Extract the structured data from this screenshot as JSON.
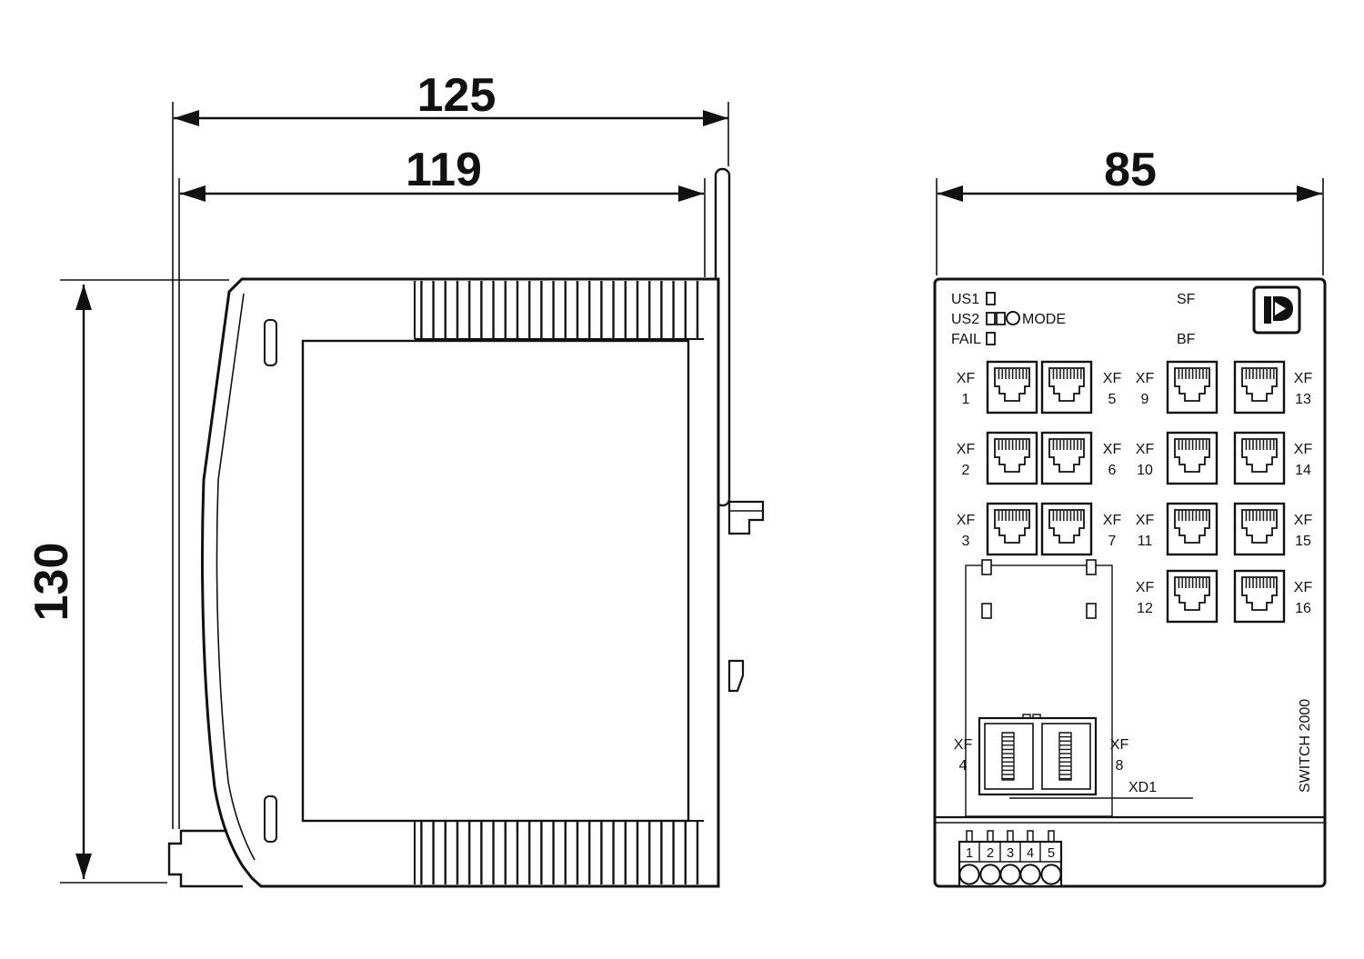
{
  "dimensions": {
    "overall_width": "125",
    "body_width": "119",
    "height": "130",
    "front_width": "85"
  },
  "front_panel": {
    "leds": [
      "US1",
      "US2",
      "FAIL"
    ],
    "mode_button": "MODE",
    "status_sf": "SF",
    "status_bf": "BF",
    "port_prefix": "XF",
    "left_block_left": [
      "1",
      "2",
      "3"
    ],
    "left_block_right": [
      "5",
      "6",
      "7"
    ],
    "right_block_left": [
      "9",
      "10",
      "11",
      "12"
    ],
    "right_block_right": [
      "13",
      "14",
      "15",
      "16"
    ],
    "bottom_left_port": "4",
    "bottom_right_port": "8",
    "connector_label": "XD1",
    "product_name": "SWITCH 2000",
    "terminal_pins": [
      "1",
      "2",
      "3",
      "4",
      "5"
    ]
  }
}
